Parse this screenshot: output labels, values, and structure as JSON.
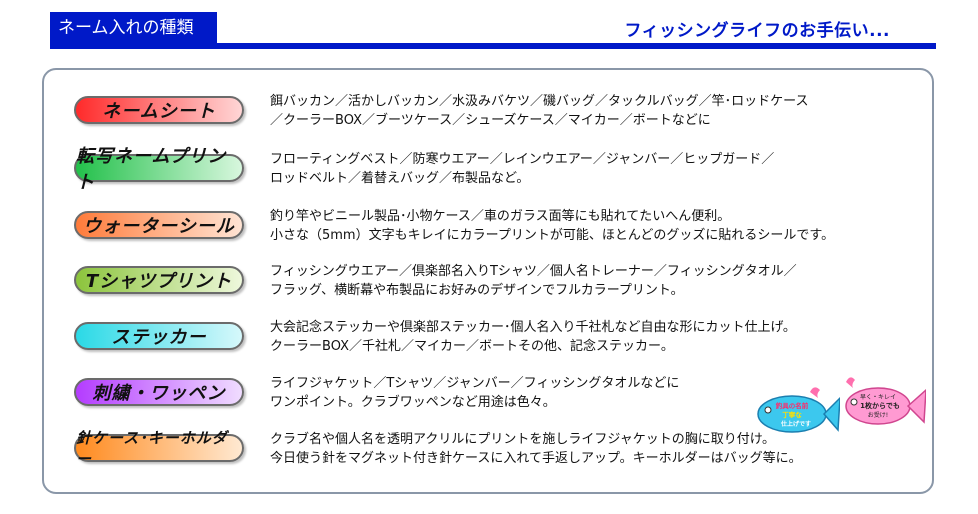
{
  "header": {
    "title": "ネーム入れの種類",
    "tagline": "フィッシングライフのお手伝い...",
    "accent_color": "#0019c8"
  },
  "rows": [
    {
      "label": "ネームシート",
      "color_start": "#ff2a2a",
      "color_end": "#ffd6d6",
      "lines": [
        "餌バッカン／活かしバッカン／水汲みバケツ／磯バッグ／タックルバッグ／竿･ロッドケース",
        "／クーラーBOX／ブーツケース／シューズケース／マイカー／ボートなどに"
      ]
    },
    {
      "label": "転写ネームプリント",
      "color_start": "#22c04a",
      "color_end": "#d8f7de",
      "lines": [
        "フローティングベスト／防寒ウエアー／レインウエアー／ジャンバー／ヒップガード／",
        "ロッドベルト／着替えバッグ／布製品など。"
      ]
    },
    {
      "label": "ウォーターシール",
      "color_start": "#ff7b3a",
      "color_end": "#ffe4d4",
      "lines": [
        "釣り竿やビニール製品･小物ケース／車のガラス面等にも貼れてたいへん便利。",
        "小さな（5mm）文字もキレイにカラープリントが可能、ほとんどのグッズに貼れるシールです。"
      ]
    },
    {
      "label": "Tシャツプリント",
      "color_start": "#8cc43c",
      "color_end": "#eef8dc",
      "lines": [
        "フィッシングウエアー／倶楽部名入りTシャツ／個人名トレーナー／フィッシングタオル／",
        "フラッグ、横断幕や布製品にお好みのデザインでフルカラープリント。"
      ]
    },
    {
      "label": "ステッカー",
      "color_start": "#2ad9e6",
      "color_end": "#d6f8fb",
      "lines": [
        "大会記念ステッカーや倶楽部ステッカー･個人名入り千社札など自由な形にカット仕上げ。",
        "クーラーBOX／千社札／マイカー／ボートその他、記念ステッカー。"
      ]
    },
    {
      "label": "刺繍・ワッペン",
      "color_start": "#b43cff",
      "color_end": "#f0dcff",
      "lines": [
        "ライフジャケット／Tシャツ／ジャンバー／フィッシングタオルなどに",
        "ワンポイント。クラブワッペンなど用途は色々。"
      ]
    },
    {
      "label": "針ケース･キーホルダー",
      "color_start": "#ff8a1e",
      "color_end": "#ffe9d2",
      "lines": [
        "クラブ名や個人名を透明アクリルにプリントを施しライフジャケットの胸に取り付け。",
        "今日使う針をマグネット付き針ケースに入れて手返しアップ。キーホルダーはバッグ等に。"
      ]
    }
  ],
  "fish": {
    "blue_text": [
      "釣具の名前",
      "丁寧な",
      "仕上げです"
    ],
    "pink_text": [
      "早く・キレイ",
      "1枚からでも",
      "お受け!"
    ]
  }
}
